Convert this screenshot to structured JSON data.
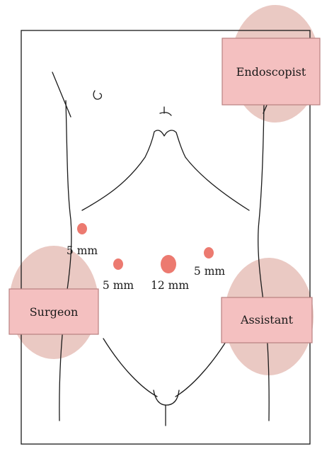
{
  "colors": {
    "halo": "#e6bfb8",
    "box_fill": "#f4c0c0",
    "box_stroke": "#b98080",
    "port_dot": "#ec7a70",
    "line": "#1a1a1a"
  },
  "roles": {
    "endoscopist": "Endoscopist",
    "surgeon": "Surgeon",
    "assistant": "Assistant"
  },
  "ports": [
    {
      "id": "upper-left",
      "label": "5 mm"
    },
    {
      "id": "left",
      "label": "5 mm"
    },
    {
      "id": "center",
      "label": "12 mm"
    },
    {
      "id": "right",
      "label": "5 mm"
    }
  ]
}
